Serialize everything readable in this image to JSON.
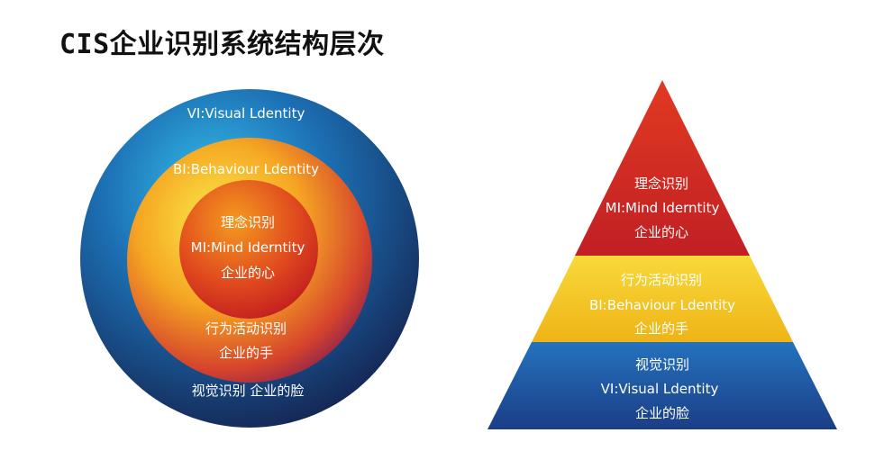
{
  "title": "CIS企业识别系统结构层次",
  "circle": {
    "outer": {
      "label_top": "VI:Visual Ldentity",
      "label_bottom": "视觉识别  企业的脸"
    },
    "middle": {
      "label_top": "BI:Behaviour Ldentity",
      "label_bottom_1": "行为活动识别",
      "label_bottom_2": "企业的手"
    },
    "inner": {
      "line_1": "理念识别",
      "line_2": "MI:Mind Iderntity",
      "line_3": "企业的心"
    }
  },
  "pyramid": {
    "top": {
      "line_1": "理念识别",
      "line_2": "MI:Mind Iderntity",
      "line_3": "企业的心"
    },
    "middle": {
      "line_1": "行为活动识别",
      "line_2": "BI:Behaviour Ldentity",
      "line_3": "企业的手"
    },
    "bottom": {
      "line_1": "视觉识别",
      "line_2": "VI:Visual Ldentity",
      "line_3": "企业的脸"
    }
  },
  "colors": {
    "outer_light": "#2aa7e0",
    "outer_dark": "#13224f",
    "middle_light": "#f7e23a",
    "middle_dark": "#8a1f4a",
    "inner_light": "#f08a1c",
    "inner_dark": "#c8201e",
    "pyr_red": "#d12a22",
    "pyr_yellow": "#f2c11d",
    "pyr_blue": "#1f5eab"
  }
}
